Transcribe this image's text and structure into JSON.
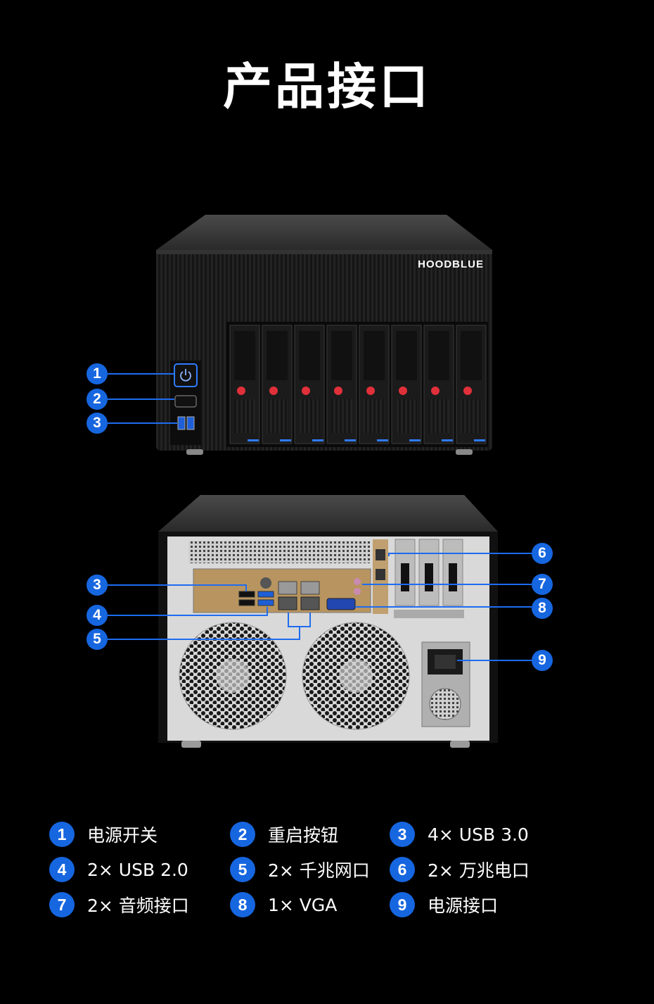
{
  "page": {
    "title": "产品接口",
    "brand": "HOODBLUE",
    "colors": {
      "background": "#000000",
      "accent": "#1666e0",
      "drive_latch": "#e0303a"
    }
  },
  "front_callouts": [
    {
      "num": "1",
      "target": "power-button"
    },
    {
      "num": "2",
      "target": "reset-button"
    },
    {
      "num": "3",
      "target": "front-usb"
    }
  ],
  "rear_callouts": [
    {
      "num": "3"
    },
    {
      "num": "4"
    },
    {
      "num": "5"
    },
    {
      "num": "6"
    },
    {
      "num": "7"
    },
    {
      "num": "8"
    },
    {
      "num": "9"
    }
  ],
  "legend": [
    {
      "num": "1",
      "label": "电源开关"
    },
    {
      "num": "2",
      "label": "重启按钮"
    },
    {
      "num": "3",
      "label": "4× USB 3.0"
    },
    {
      "num": "4",
      "label": "2× USB 2.0"
    },
    {
      "num": "5",
      "label": "2× 千兆网口"
    },
    {
      "num": "6",
      "label": "2× 万兆电口"
    },
    {
      "num": "7",
      "label": "2× 音频接口"
    },
    {
      "num": "8",
      "label": "1× VGA"
    },
    {
      "num": "9",
      "label": "电源接口"
    }
  ],
  "icons": {
    "power": "power-icon",
    "drive_bay": "drive-bay",
    "fan": "fan-grille-icon"
  }
}
